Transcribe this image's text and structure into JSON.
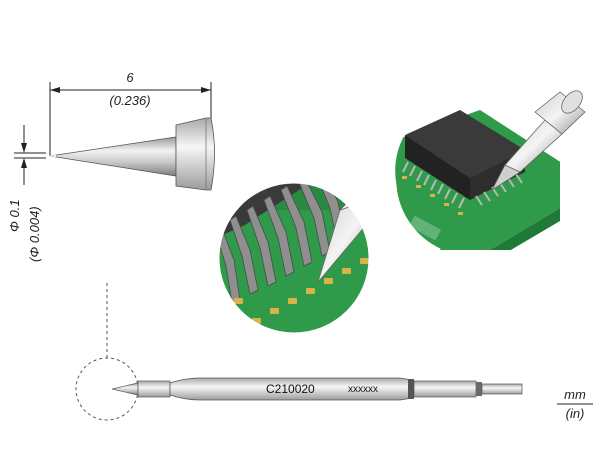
{
  "dimensions": {
    "length_mm": "6",
    "length_in": "(0.236)",
    "diameter_mm": "Φ 0.1",
    "diameter_in": "(Φ 0.004)"
  },
  "cartridge": {
    "part_number": "C210020",
    "serial_placeholder": "xxxxxx"
  },
  "units": {
    "metric": "mm",
    "imperial": "(in)"
  },
  "colors": {
    "pcb_green": "#2e9a4a",
    "pcb_green_dark": "#1f7a37",
    "pad_gold": "#d9b24a",
    "chip_black": "#2a2a2a",
    "metal_light": "#e6e6e6",
    "metal_mid": "#bdbdbd",
    "metal_dark": "#8c8c8c"
  }
}
